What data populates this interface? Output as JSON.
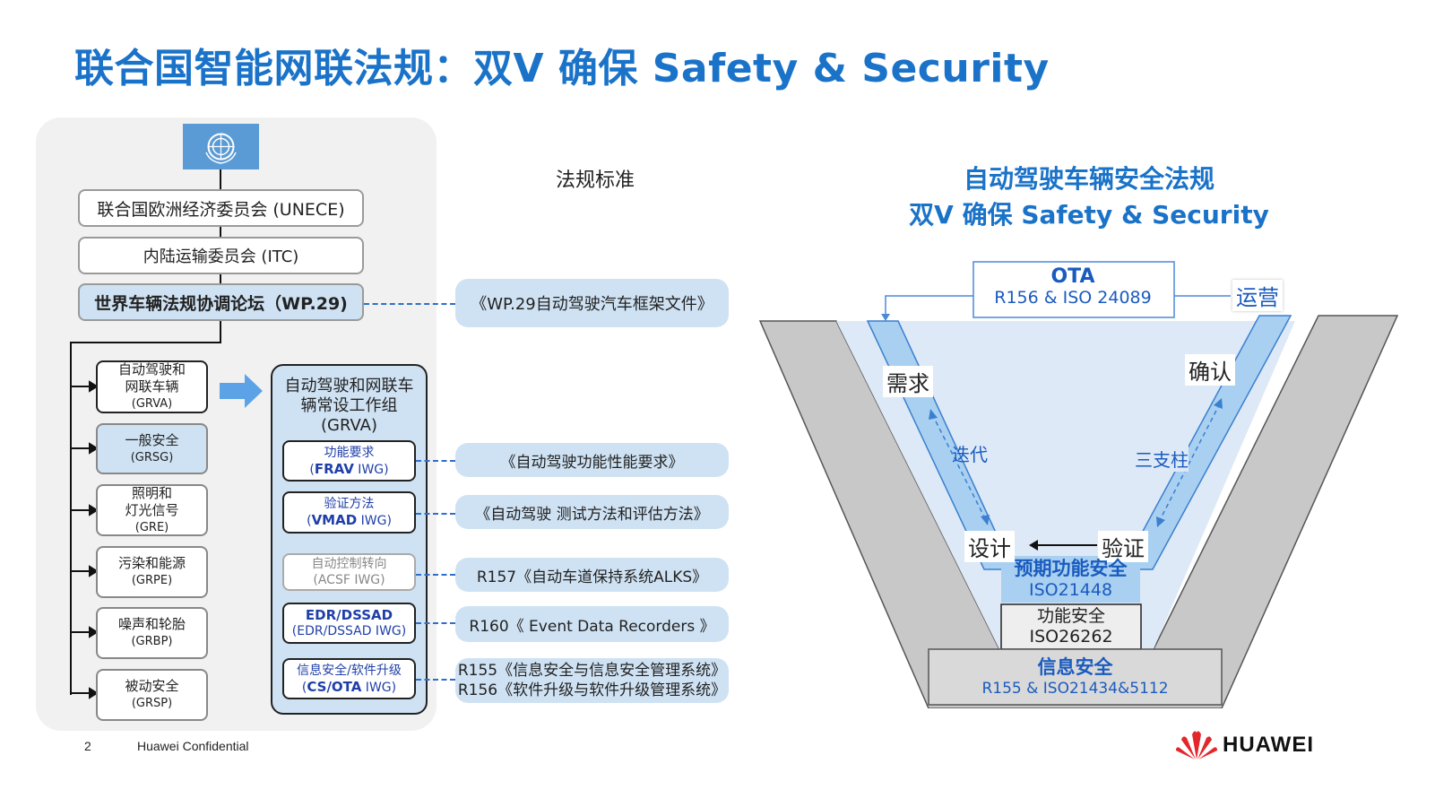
{
  "header": {
    "title": "联合国智能网联法规：双V 确保 Safety & Security"
  },
  "org": {
    "flag_icon": "un-emblem-icon",
    "unece": "联合国欧洲经济委员会 (UNECE)",
    "itc": "内陆运输委员会 (ITC)",
    "wp29": "世界车辆法规协调论坛（WP.29)",
    "working_groups": [
      {
        "line1": "自动驾驶和",
        "line2": "网联车辆",
        "code": "(GRVA)",
        "highlight": false
      },
      {
        "line1": "一般安全",
        "line2": "",
        "code": "(GRSG)",
        "highlight": true
      },
      {
        "line1": "照明和",
        "line2": "灯光信号",
        "code": "(GRE)",
        "highlight": false
      },
      {
        "line1": "污染和能源",
        "line2": "",
        "code": "(GRPE)",
        "highlight": false
      },
      {
        "line1": "噪声和轮胎",
        "line2": "",
        "code": "(GRBP)",
        "highlight": false
      },
      {
        "line1": "被动安全",
        "line2": "",
        "code": "(GRSP)",
        "highlight": false
      }
    ],
    "grva_group": {
      "line1": "自动驾驶和网联车",
      "line2": "辆常设工作组",
      "code": "(GRVA)"
    },
    "iwgs": [
      {
        "line1": "功能要求",
        "line2a": "FRAV",
        "line2b": " IWG)",
        "prefix": "("
      },
      {
        "line1": "验证方法",
        "line2a": "VMAD",
        "line2b": " IWG)",
        "prefix": "("
      },
      {
        "line1": "自动控制转向",
        "line2a": "",
        "line2b": "(ACSF IWG)",
        "prefix": ""
      },
      {
        "line1": "EDR/DSSAD",
        "line2a": "",
        "line2b": "(EDR/DSSAD IWG)",
        "prefix": ""
      },
      {
        "line1": "信息安全/软件升级",
        "line2a": "CS/OTA",
        "line2b": " IWG)",
        "prefix": "("
      }
    ]
  },
  "regulations": {
    "label": "法规标准",
    "framework": "《WP.29自动驾驶汽车框架文件》",
    "docs": [
      "《自动驾驶功能性能要求》",
      "《自动驾驶 测试方法和评估方法》",
      "R157《自动车道保持系统ALKS》",
      "R160《 Event Data Recorders 》"
    ],
    "r155": "R155《信息安全与信息安全管理系统》",
    "r156": "R156《软件升级与软件升级管理系统》"
  },
  "vmodel": {
    "title_line1": "自动驾驶车辆安全法规",
    "title_line2": "双V 确保 Safety & Security",
    "ota_title": "OTA",
    "ota_sub": "R156 & ISO 24089",
    "operation": "运营",
    "requirement": "需求",
    "confirm": "确认",
    "iterate": "迭代",
    "three_pillars": "三支柱",
    "design": "设计",
    "verify": "验证",
    "sotif": "预期功能安全",
    "sotif_std": "ISO21448",
    "fusa": "功能安全",
    "fusa_std": "ISO26262",
    "cyber": "信息安全",
    "cyber_std": "R155 & ISO21434&5112"
  },
  "footer": {
    "page": "2",
    "confidential": "Huawei Confidential",
    "brand": "HUAWEI",
    "logo_icon": "huawei-logo-icon"
  }
}
